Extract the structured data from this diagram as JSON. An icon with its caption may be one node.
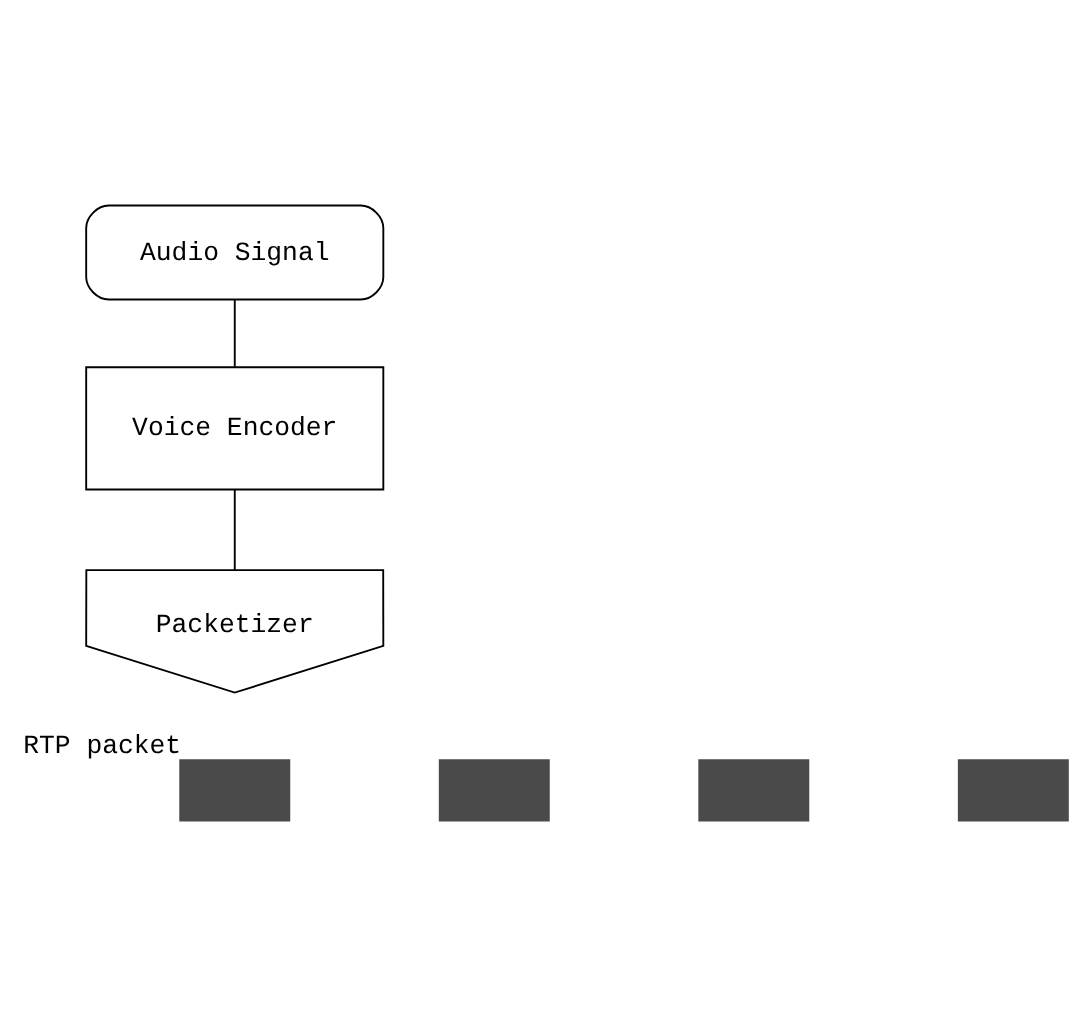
{
  "diagram": {
    "nodes": [
      {
        "text": [
          "Audio Signal"
        ]
      },
      {
        "text": [
          "Voice Encoder"
        ]
      },
      {
        "text": [
          "Packetizer"
        ]
      },
      {
        "text": [],
        "shape": "box",
        "beside": [
          "RTP packet"
        ]
      },
      {
        "text": [],
        "shape": "box"
      },
      {
        "text": [],
        "shape": "box"
      },
      {
        "text": [],
        "shape": "box"
      }
    ],
    "edges": [
      {
        "from": 0,
        "to": 1,
        "arrow": "none"
      },
      {
        "from": 1,
        "to": 2,
        "arrow": "none"
      }
    ]
  }
}
